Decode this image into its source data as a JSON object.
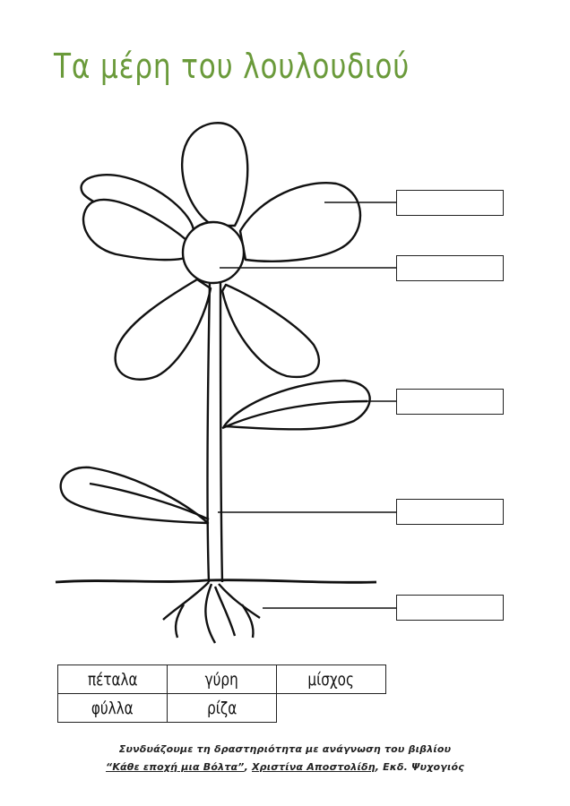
{
  "title": "Τα μέρη του λουλουδιού",
  "answer_boxes": [
    "",
    "",
    "",
    "",
    ""
  ],
  "word_bank": {
    "row1": [
      "πέταλα",
      "γύρη",
      "μίσχος"
    ],
    "row2": [
      "φύλλα",
      "ρίζα"
    ]
  },
  "credit": {
    "line1": "Συνδυάζουμε τη δραστηριότητα με ανάγνωση του βιβλίου",
    "book": "“Κάθε εποχή μια Βόλτα”",
    "sep1": ", ",
    "author": "Χριστίνα Αποστολίδη",
    "sep2": ", ",
    "publisher": "Εκδ. Ψυχογιός"
  },
  "colors": {
    "title": "#6a9a3a",
    "lines": "#111111"
  }
}
